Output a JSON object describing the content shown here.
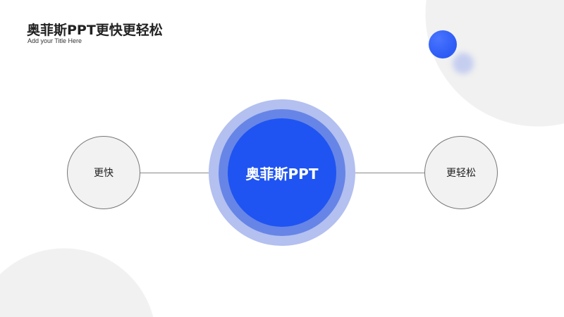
{
  "header": {
    "title": "奥菲斯PPT更快更轻松",
    "subtitle": "Add your Title Here"
  },
  "diagram": {
    "center": "奥菲斯PPT",
    "left": "更快",
    "right": "更轻松"
  },
  "colors": {
    "primary": "#1f54f2"
  }
}
